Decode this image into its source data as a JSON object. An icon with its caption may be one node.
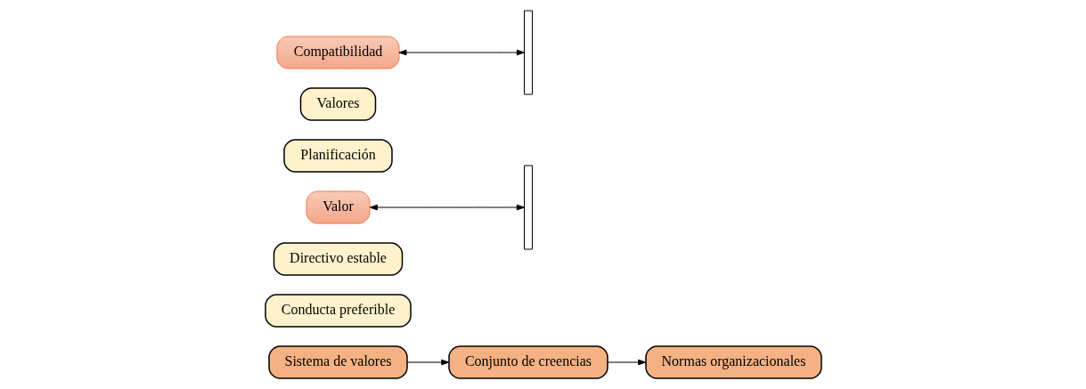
{
  "diagram": {
    "nodes": [
      {
        "text": [
          "Compatibilidad"
        ]
      },
      {
        "text": [],
        "shape": "brace"
      },
      {
        "text": [
          "Valores"
        ]
      },
      {
        "text": [
          "Planificación"
        ]
      },
      {
        "text": [
          "Valor"
        ]
      },
      {
        "text": [],
        "shape": "brace"
      },
      {
        "text": [
          "Directivo estable"
        ]
      },
      {
        "text": [
          "Conducta preferible"
        ]
      },
      {
        "text": [
          "Sistema de valores"
        ]
      },
      {
        "text": [
          "Conjunto de creencias"
        ]
      },
      {
        "text": [
          "Normas organizacionales"
        ]
      }
    ],
    "edges": [
      {
        "from": 0,
        "to": 1,
        "arrow": "both"
      },
      {
        "from": 4,
        "to": 5,
        "arrow": "both"
      },
      {
        "from": 8,
        "to": 9,
        "arrow": "to"
      },
      {
        "from": 9,
        "to": 10,
        "arrow": "to"
      }
    ]
  }
}
